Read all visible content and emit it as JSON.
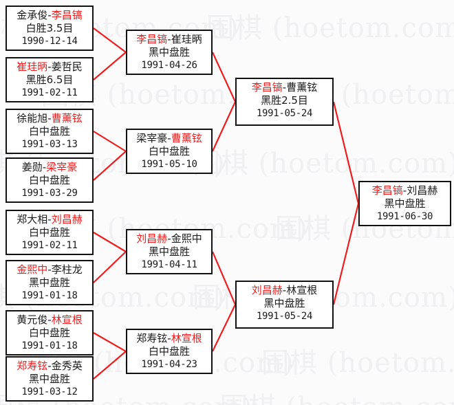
{
  "watermark": {
    "text": "围棋 (hoetom.com)",
    "color": "#f0f0f2"
  },
  "colors": {
    "winner": "#ee1c1c",
    "loser": "#1a1a1a",
    "line": "#ee1c1c",
    "box_border": "#111111",
    "background": "#fbfbfb"
  },
  "bracket": {
    "round1": [
      {
        "p1": "金承俊",
        "p2": "李昌镐",
        "winner": 2,
        "result": "白胜3.5目",
        "date": "1990-12-14"
      },
      {
        "p1": "崔珪昞",
        "p2": "姜哲民",
        "winner": 1,
        "result": "黑胜6.5目",
        "date": "1991-02-11"
      },
      {
        "p1": "徐能旭",
        "p2": "曹薰铉",
        "winner": 2,
        "result": "白中盘胜",
        "date": "1991-03-13"
      },
      {
        "p1": "姜勋",
        "p2": "梁宰豪",
        "winner": 2,
        "result": "白中盘胜",
        "date": "1991-03-29"
      },
      {
        "p1": "郑大相",
        "p2": "刘昌赫",
        "winner": 2,
        "result": "白中盘胜",
        "date": "1991-02-11"
      },
      {
        "p1": "金熙中",
        "p2": "李柱龙",
        "winner": 1,
        "result": "黑中盘胜",
        "date": "1991-01-18"
      },
      {
        "p1": "黄元俊",
        "p2": "林宣根",
        "winner": 2,
        "result": "白中盘胜",
        "date": "1991-01-18"
      },
      {
        "p1": "郑寿铉",
        "p2": "金秀英",
        "winner": 1,
        "result": "黑中盘胜",
        "date": "1991-03-12"
      }
    ],
    "round2": [
      {
        "p1": "李昌镐",
        "p2": "崔珪昞",
        "winner": 1,
        "result": "黑中盘胜",
        "date": "1991-04-26"
      },
      {
        "p1": "梁宰豪",
        "p2": "曹薰铉",
        "winner": 2,
        "result": "白中盘胜",
        "date": "1991-05-10"
      },
      {
        "p1": "刘昌赫",
        "p2": "金熙中",
        "winner": 1,
        "result": "黑中盘胜",
        "date": "1991-04-11"
      },
      {
        "p1": "郑寿铉",
        "p2": "林宣根",
        "winner": 2,
        "result": "白中盘胜",
        "date": "1991-04-23"
      }
    ],
    "round3": [
      {
        "p1": "李昌镐",
        "p2": "曹薰铉",
        "winner": 1,
        "result": "黑胜2.5目",
        "date": "1991-05-24"
      },
      {
        "p1": "刘昌赫",
        "p2": "林宣根",
        "winner": 1,
        "result": "黑中盘胜",
        "date": "1991-05-24"
      }
    ],
    "round4": [
      {
        "p1": "李昌镐",
        "p2": "刘昌赫",
        "winner": 1,
        "result": "黑中盘胜",
        "date": "1991-06-30"
      }
    ]
  }
}
